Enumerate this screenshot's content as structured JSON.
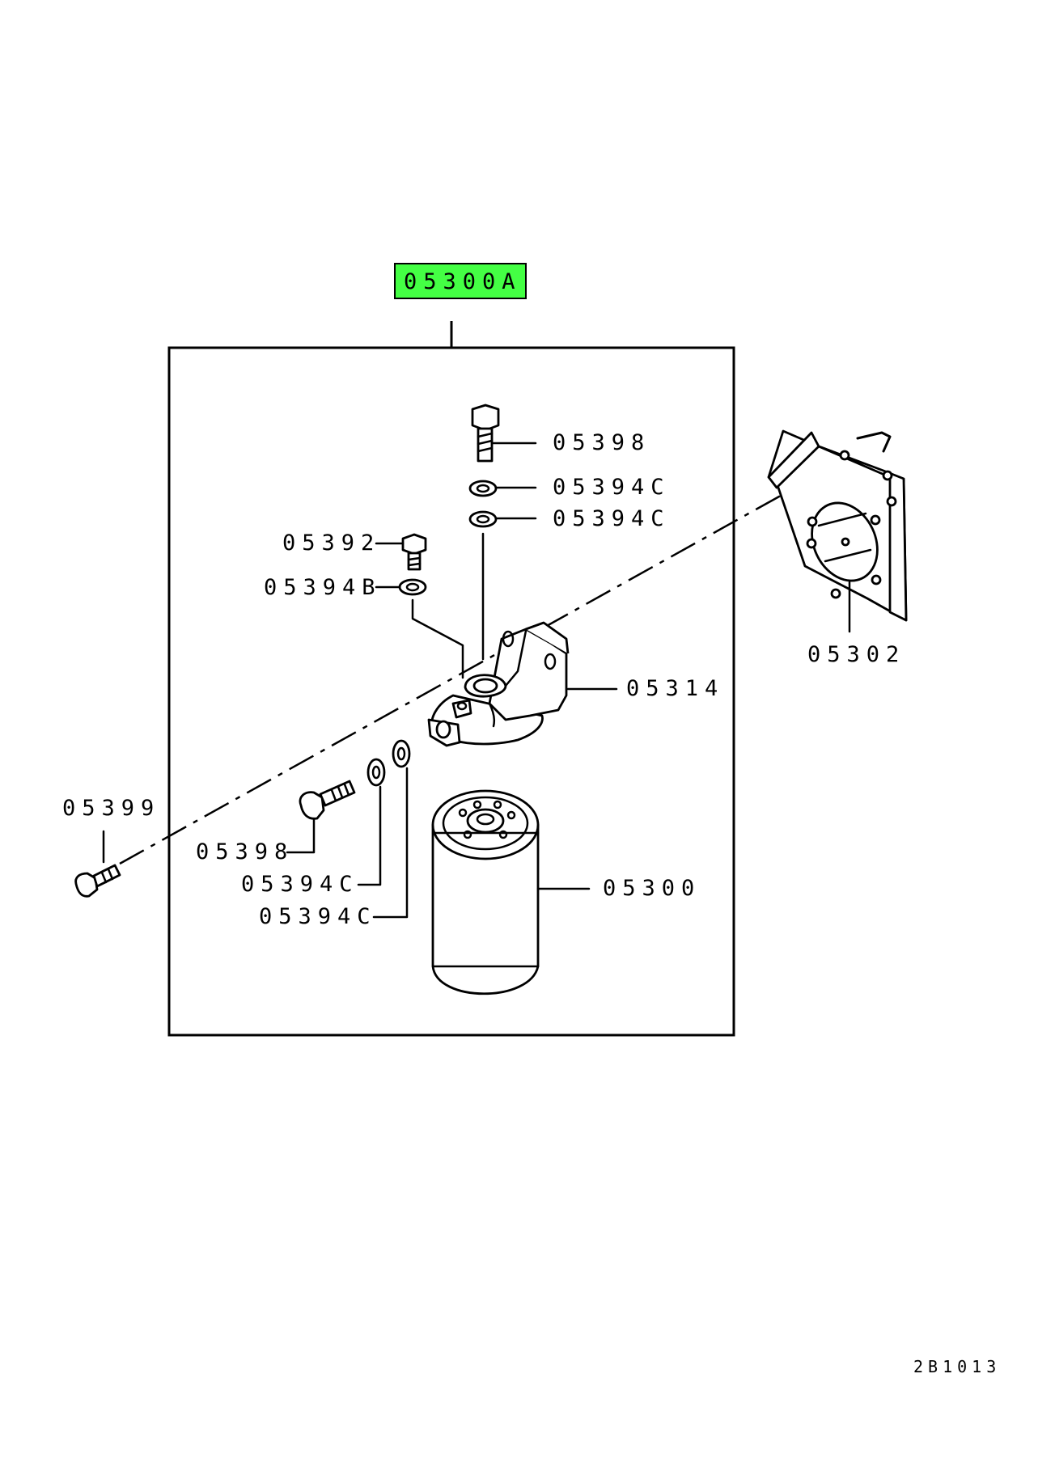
{
  "diagram": {
    "assembly_label": "05300A",
    "highlight_color": "#44ff44",
    "drawing_code": "2B1013",
    "callouts": {
      "c05398_top": "05398",
      "c05394c_top1": "05394C",
      "c05394c_top2": "05394C",
      "c05392": "05392",
      "c05394b": "05394B",
      "c05302": "05302",
      "c05314": "05314",
      "c05399": "05399",
      "c05398_side": "05398",
      "c05300": "05300",
      "c05394c_low1": "05394C",
      "c05394c_low2": "05394C"
    }
  }
}
